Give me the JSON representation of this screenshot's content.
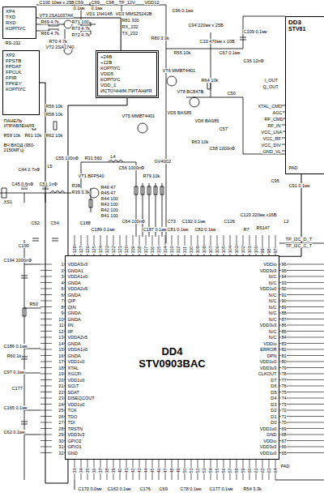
{
  "diagram": {
    "nodes": [
      {
        "text": [
          "XP4",
          "TXD",
          "RXD",
          "КОРПУС"
        ]
      },
      {
        "text": [
          "XP2",
          "FPSTB",
          "FPDAT",
          "FPCLK",
          "FPIR",
          "FPKEY",
          "КОРПУС"
        ]
      },
      {
        "text": [
          "+24В",
          "+12В",
          "КОРПУС",
          "VDD5",
          "КОРПУС",
          "VDD_1",
          "ИСТОЧНИК ПИТАНИЯ"
        ]
      },
      {
        "text": [
          "DD4",
          "STV0903BAC"
        ]
      },
      {
        "text": [
          "DD3",
          "STV61"
        ]
      }
    ],
    "edges": [
      {
        "from": 1,
        "to": 3,
        "arrow": "none"
      },
      {
        "from": 2,
        "to": 3,
        "arrow": "none"
      },
      {
        "from": 3,
        "to": 4,
        "arrow": "none"
      },
      {
        "from": 0,
        "to": 2,
        "arrow": "none"
      }
    ],
    "labels": [
      "C100 10мк x 25В",
      "C59",
      "0.1мк",
      "C99",
      "0.1мк",
      "C98",
      "TP_12V",
      "VDD12",
      "VD1 1N4148",
      "VT3 2SA1037AK",
      "R69 4.7k",
      "R71 100",
      "R81 300",
      "R73 4.7k",
      "RX_232",
      "R66 4.7k",
      "R72 4.7k",
      "TX_232",
      "VD3 MMSZ5242B",
      "R70 4.7k",
      "VT2 2SA1740",
      "RS-232",
      "ПАНЕЛЬ УПРАВЛЕНИЯ",
      "R56 10k",
      "R58 10k",
      "R59 10k",
      "R61 10k",
      "R62 10k",
      "ВЧ ВХОД (950-2150МГц)",
      "XS1",
      "C44 2.7пФ",
      "L5",
      "C55 100пФ",
      "R31 560",
      "L4",
      "C56 1000пФ",
      "C45 0.6пФ",
      "C51 1пФ",
      "VT1 BFP540",
      "R38",
      "R39 3.3k",
      "R79 10k",
      "R46 47",
      "R45 47",
      "R44 100",
      "R43 100",
      "R42 100",
      "R41 100",
      "C52",
      "C54",
      "C188",
      "C64 100пФ",
      "C189 0.1мк",
      "C187 0.1мк",
      "C73",
      "C192 0.1мк",
      "C81 0.1мк",
      "C82 0.1мк",
      "C126",
      "C123 220мк x16В",
      "R7",
      "R5147",
      "L2",
      "TP_I2C_D_T",
      "TP_I2C_C_T",
      "C194 1000пФ",
      "C190",
      "R50",
      "C186 0.1мк",
      "R60 1k",
      "C97 0.1мк",
      "C177",
      "C165 0.1мк",
      "C62 0.1мк",
      "C170 0.0мк",
      "C163 0.1мк",
      "C176",
      "C69",
      "C78 0.1мк",
      "C177 0.1мк",
      "R54 3.3k",
      "PAD",
      "C96 0.1мк",
      "C94 220мк x 25В",
      "R80 3.3k",
      "R55 10k",
      "C10 470мк x 10В",
      "C67 0.1мк",
      "C109 0.1мк",
      "C36 12пФ",
      "I_OUT",
      "Q_OUT",
      "VT6 MMBT4401",
      "R64 10k",
      "C50",
      "VT8 BC847B",
      "VT5 MMBT4401",
      "VD5 BAS85",
      "VD6 BAS85",
      "C57",
      "R63 10k",
      "C58 1000пФ",
      "GV4002",
      "XTAL_CMD",
      "AGC",
      "RF_CMD",
      "RF_IN",
      "VCC_LNA",
      "VCC_RF",
      "VCC_DIV",
      "GND_VL",
      "PAD",
      "C95",
      "C91 0.1мк",
      "1",
      "2",
      "3",
      "4",
      "5",
      "6",
      "7",
      "8",
      "9",
      "10",
      "11",
      "12",
      "13",
      "14",
      "15",
      "16",
      "17",
      "18",
      "19",
      "20",
      "21",
      "22",
      "23",
      "24",
      "25",
      "26",
      "27",
      "28",
      "29",
      "30",
      "31",
      "32",
      "VDDA3v3",
      "GNDA1",
      "VDDA1v0",
      "GNDA",
      "VDDA2v5",
      "GNDA",
      "QIP",
      "QIN",
      "GNDA",
      "GNDA",
      "IIN",
      "IIP",
      "VDDA2v5",
      "GNDA",
      "VDDA1v0",
      "GNDA",
      "VDD1v0",
      "XTAL",
      "XGCFI",
      "VDD1v0",
      "SCLT",
      "SDAT",
      "DISEQCOUT",
      "VDD1v0",
      "TCK",
      "TDO",
      "TDI",
      "TRSTN",
      "VDD3v3",
      "GPIO2",
      "GPIO1",
      "GND",
      "96",
      "95",
      "94",
      "93",
      "92",
      "91",
      "90",
      "89",
      "88",
      "87",
      "86",
      "85",
      "84",
      "83",
      "82",
      "81",
      "80",
      "79",
      "78",
      "77",
      "76",
      "75",
      "74",
      "73",
      "72",
      "71",
      "70",
      "69",
      "68",
      "67",
      "66",
      "65",
      "VDDio",
      "VDD3v3",
      "N/C",
      "N/C",
      "VDD1v0",
      "N/C",
      "N/C",
      "N/C",
      "N/C",
      "N/C",
      "VDD3v3",
      "N/C",
      "N/C",
      "VDDio",
      "ERROR",
      "DPN",
      "VDD1v0",
      "VDD3v3",
      "CLKOUT",
      "D7",
      "D6",
      "D5",
      "D4",
      "D3",
      "D2",
      "D1",
      "D0",
      "VDD1v0",
      "GND",
      "VDDio",
      "VDD3v3",
      "VDD1v0",
      "128",
      "127",
      "126",
      "125",
      "124",
      "123",
      "122",
      "121",
      "120",
      "119",
      "118",
      "117",
      "116",
      "115",
      "114",
      "113",
      "112",
      "111",
      "110",
      "109",
      "108",
      "107",
      "106",
      "105",
      "104",
      "103",
      "102",
      "101",
      "100",
      "99",
      "98",
      "97",
      "33",
      "34",
      "35",
      "36",
      "37",
      "38",
      "39",
      "40",
      "41",
      "42",
      "43",
      "44",
      "45",
      "46",
      "47",
      "48",
      "49",
      "50",
      "51",
      "52",
      "53",
      "54",
      "55",
      "56",
      "57",
      "58",
      "59",
      "60",
      "61",
      "62",
      "63",
      "64"
    ]
  }
}
